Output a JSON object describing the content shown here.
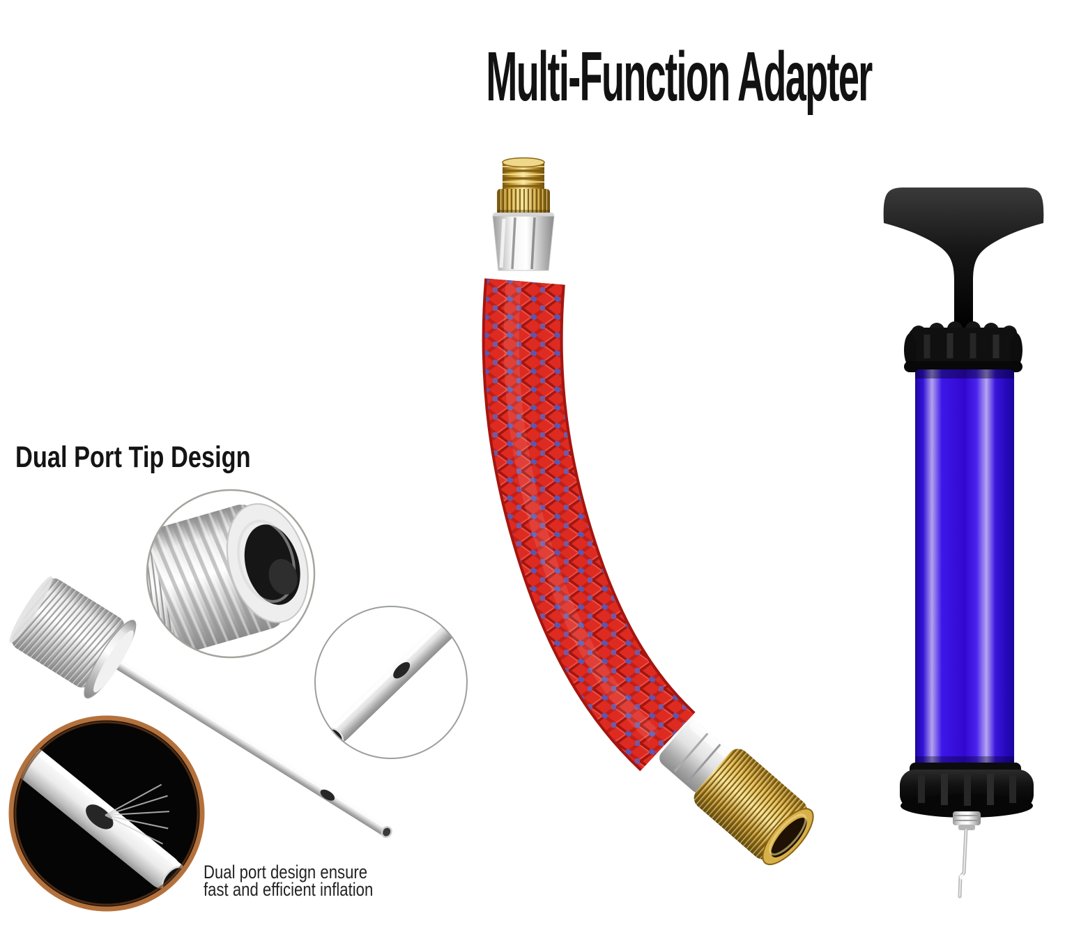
{
  "texts": {
    "title": "Multi-Function Adapter",
    "dual_port_label": "Dual Port Tip Design",
    "caption_line1": "Dual port design ensure",
    "caption_line2": "fast and efficient inflation"
  },
  "colors": {
    "background": "#ffffff",
    "title_text": "#121212",
    "hose_red": "#de2b22",
    "hose_braid_shadow": "#a5150f",
    "hose_fleck_purple": "#5e56ae",
    "brass": "#d8ae44",
    "silver": "#d9d9d9",
    "pump_blue": "#3513d8",
    "pump_highlight": "#b2a2ee",
    "pump_black": "#111111",
    "callout_ring_gray": "#9aa09a",
    "dark_circle_rim_orange": "#b4713c"
  }
}
